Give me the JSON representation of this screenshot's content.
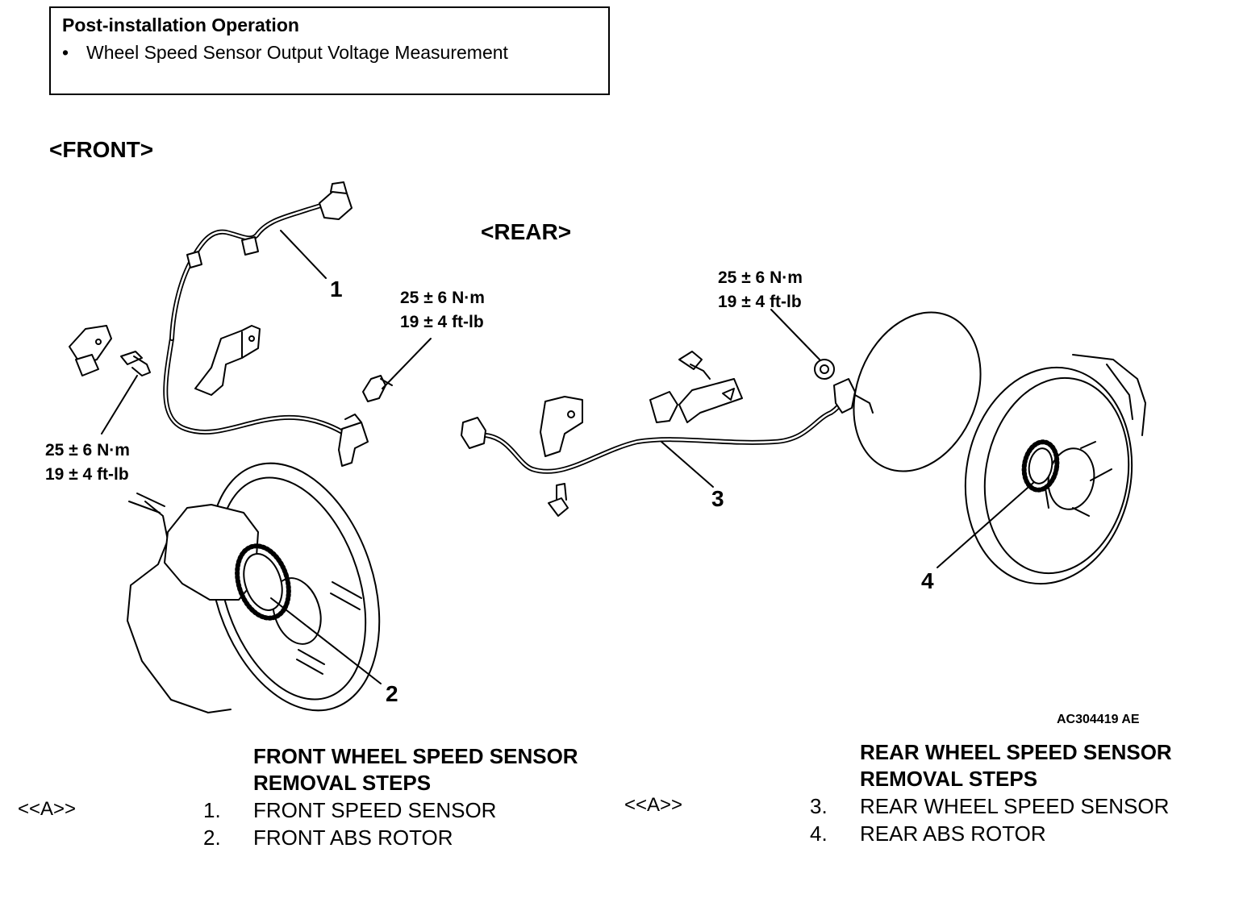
{
  "post_install": {
    "title": "Post-installation Operation",
    "bullet": "•",
    "item": "Wheel Speed Sensor Output Voltage Measurement"
  },
  "sections": {
    "front": "<FRONT>",
    "rear": "<REAR>"
  },
  "torque": {
    "front_left": {
      "nm": "25 ± 6 N·m",
      "ftlb": "19 ± 4 ft-lb"
    },
    "front_right": {
      "nm": "25 ± 6 N·m",
      "ftlb": "19 ± 4 ft-lb"
    },
    "rear": {
      "nm": "25 ± 6 N·m",
      "ftlb": "19 ± 4 ft-lb"
    }
  },
  "callouts": {
    "c1": "1",
    "c2": "2",
    "c3": "3",
    "c4": "4"
  },
  "figure_id": "AC304419 AE",
  "front_steps": {
    "title_line1": "FRONT WHEEL SPEED SENSOR",
    "title_line2": "REMOVAL STEPS",
    "marker": "<<A>>",
    "items": [
      {
        "num": "1.",
        "label": "FRONT SPEED SENSOR"
      },
      {
        "num": "2.",
        "label": "FRONT ABS ROTOR"
      }
    ]
  },
  "rear_steps": {
    "title_line1": "REAR WHEEL SPEED SENSOR",
    "title_line2": "REMOVAL STEPS",
    "marker": "<<A>>",
    "items": [
      {
        "num": "3.",
        "label": "REAR WHEEL SPEED SENSOR"
      },
      {
        "num": "4.",
        "label": "REAR ABS ROTOR"
      }
    ]
  }
}
